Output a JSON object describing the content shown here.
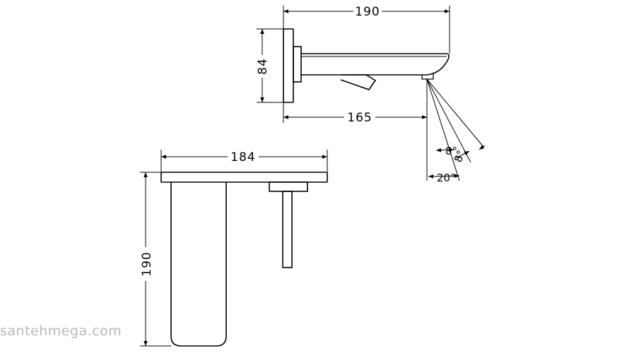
{
  "top_view": {
    "dim_overall_length": "190",
    "dim_spout_reach": "165",
    "dim_plate_height": "84",
    "angle_1": "8°",
    "angle_2": "8°",
    "angle_total": "20°"
  },
  "front_view": {
    "dim_width": "184",
    "dim_height": "190"
  },
  "watermark": "santehmega.com"
}
